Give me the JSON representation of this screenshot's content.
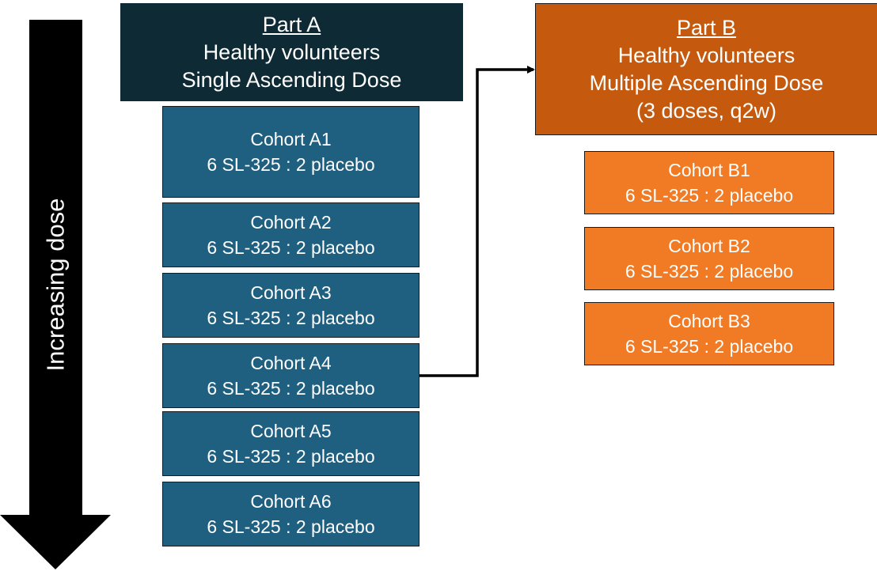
{
  "dose_axis": {
    "label": "Increasing dose"
  },
  "part_a": {
    "title": "Part A",
    "line1": "Healthy volunteers",
    "line2": "Single Ascending Dose",
    "color": "#0e2a35",
    "cohort_color": "#1f5f80",
    "cohorts": [
      {
        "name": "Cohort A1",
        "ratio": "6 SL-325 : 2 placebo"
      },
      {
        "name": "Cohort A2",
        "ratio": "6 SL-325 : 2 placebo"
      },
      {
        "name": "Cohort A3",
        "ratio": "6 SL-325 : 2 placebo"
      },
      {
        "name": "Cohort A4",
        "ratio": "6 SL-325 : 2 placebo"
      },
      {
        "name": "Cohort A5",
        "ratio": "6 SL-325 : 2 placebo"
      },
      {
        "name": "Cohort A6",
        "ratio": "6 SL-325 : 2 placebo"
      }
    ]
  },
  "part_b": {
    "title": "Part B",
    "line1": "Healthy volunteers",
    "line2": "Multiple Ascending Dose",
    "line3": "(3 doses, q2w)",
    "color": "#c55a0e",
    "cohort_color": "#f07b24",
    "cohorts": [
      {
        "name": "Cohort B1",
        "ratio": "6 SL-325 : 2 placebo"
      },
      {
        "name": "Cohort B2",
        "ratio": "6 SL-325 : 2 placebo"
      },
      {
        "name": "Cohort B3",
        "ratio": "6 SL-325 : 2 placebo"
      }
    ]
  }
}
